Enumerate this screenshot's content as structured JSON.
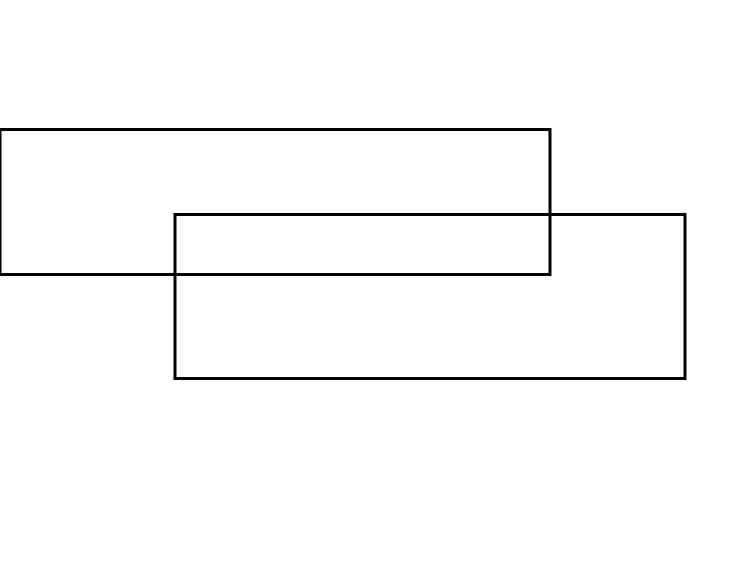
{
  "diagram": {
    "shapes": [
      {
        "kind": "rectangle",
        "fill": "none"
      },
      {
        "kind": "rectangle",
        "fill": "none"
      }
    ],
    "colors": {
      "background": "#ffffff",
      "stroke": "#000000"
    }
  }
}
